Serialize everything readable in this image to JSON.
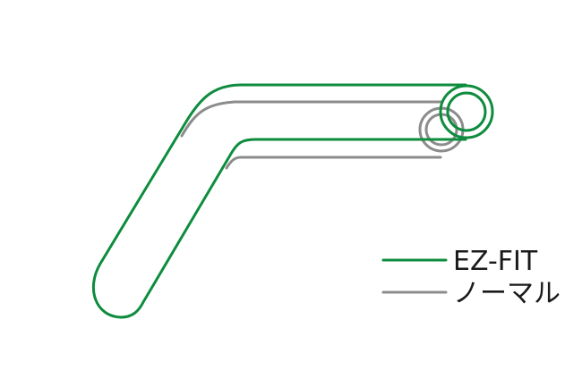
{
  "diagram": {
    "colors": {
      "ez_fit": "#0e8c3e",
      "normal": "#8c8c8c",
      "text": "#1a1a1a"
    }
  },
  "legend": {
    "items": [
      {
        "key": "ez_fit",
        "label": "EZ-FIT"
      },
      {
        "key": "normal",
        "label": "ノーマル"
      }
    ]
  }
}
